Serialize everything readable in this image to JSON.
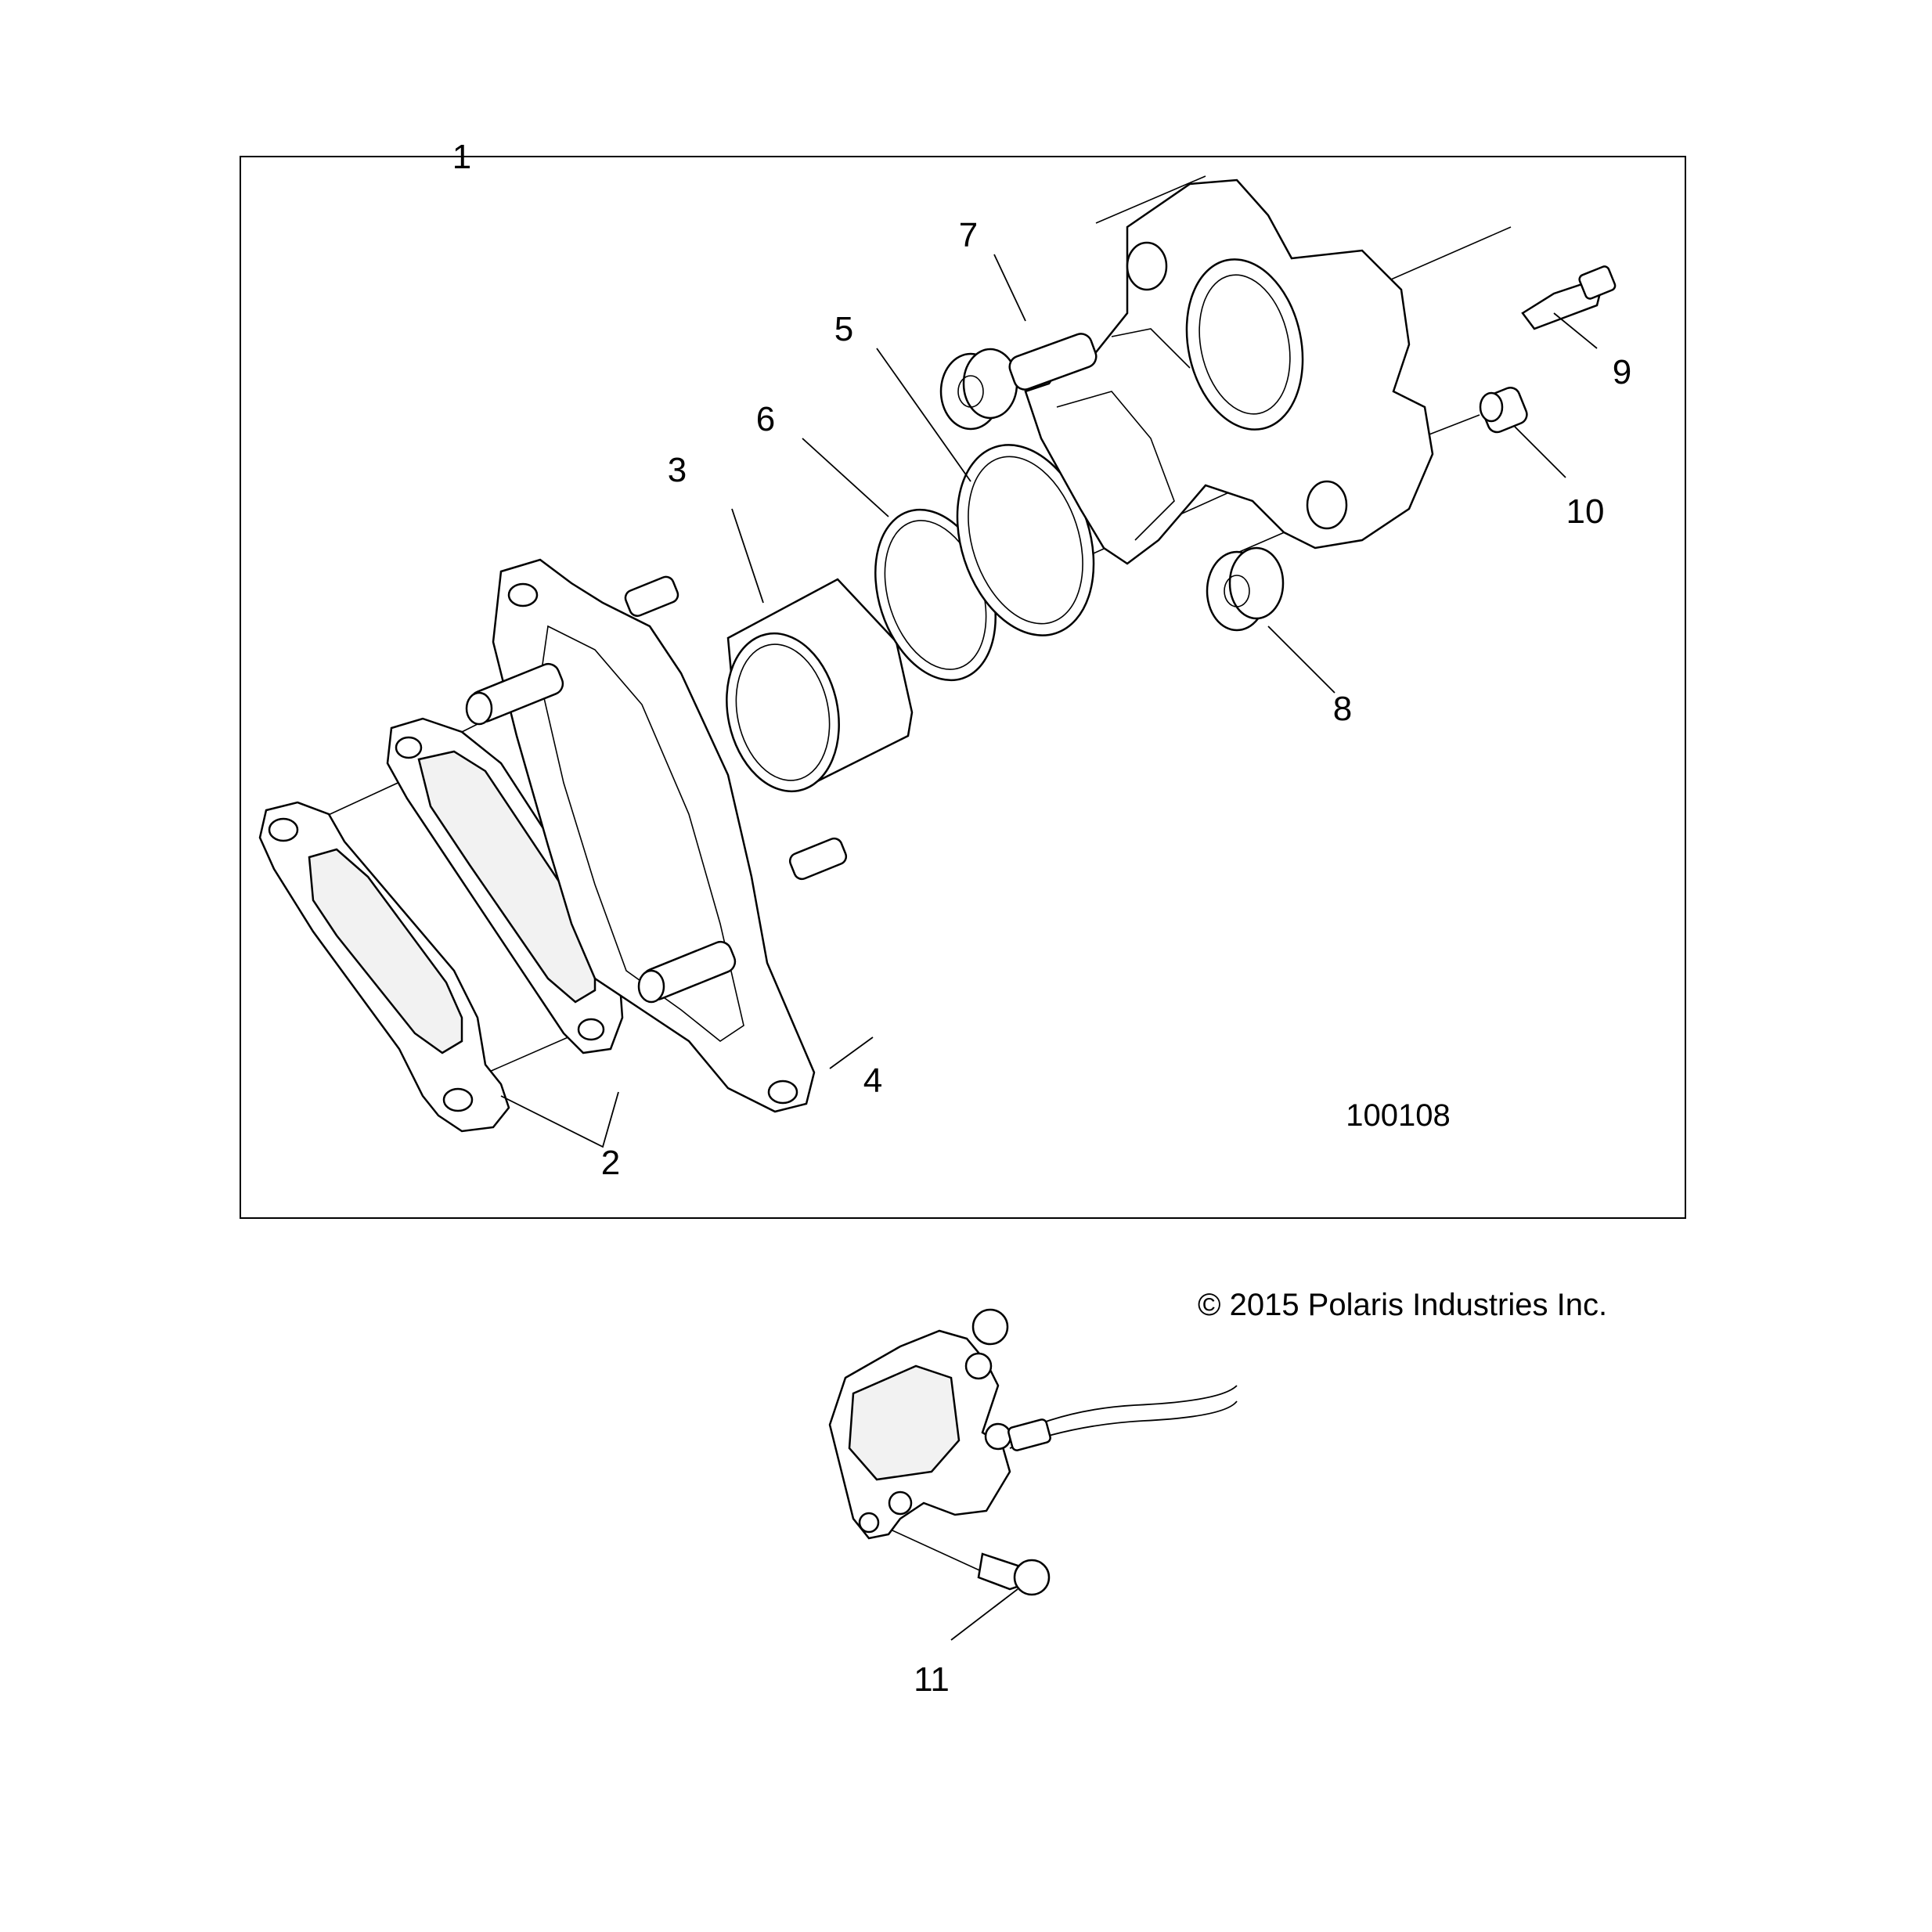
{
  "diagram": {
    "callouts": [
      "1",
      "2",
      "3",
      "4",
      "5",
      "6",
      "7",
      "8",
      "9",
      "10",
      "11"
    ],
    "drawing_number": "100108",
    "copyright": "© 2015 Polaris Industries Inc."
  },
  "colors": {
    "line": "#000000",
    "background": "#ffffff"
  }
}
